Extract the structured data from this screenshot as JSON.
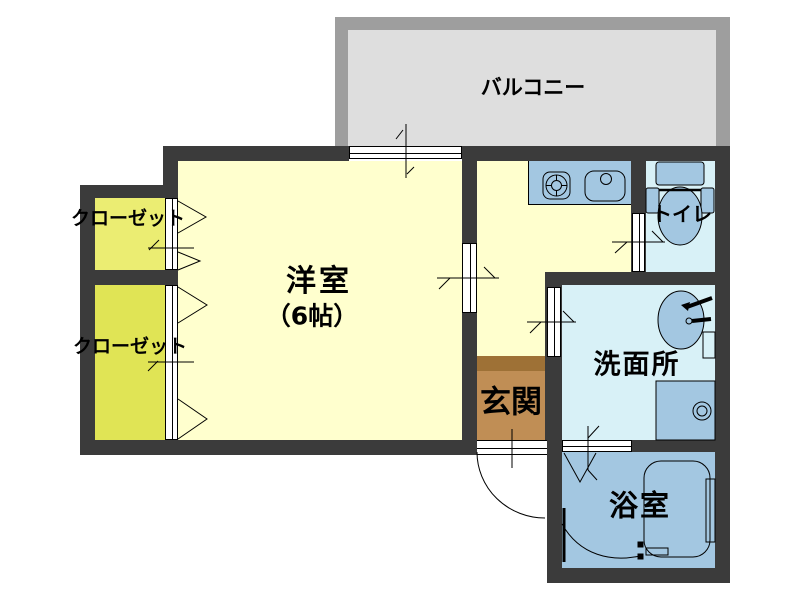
{
  "rooms": {
    "balcony": {
      "label": "バルコニー"
    },
    "western_room": {
      "label": "洋室",
      "size": "（6帖）"
    },
    "closet_upper": {
      "label": "クローゼット"
    },
    "closet_lower": {
      "label": "クローゼット"
    },
    "entrance": {
      "label": "玄関"
    },
    "toilet": {
      "label": "トイレ"
    },
    "washroom": {
      "label": "洗面所"
    },
    "bathroom": {
      "label": "浴室"
    }
  },
  "fixtures": [
    "gas-stove",
    "kitchen-sink",
    "toilet",
    "washbasin",
    "washing-machine",
    "bathtub"
  ],
  "colors": {
    "wall": "#3b3b3b",
    "balcony_border": "#9e9e9e",
    "balcony_floor": "#dedede",
    "room_floor": "#ffffce",
    "closet_upper_floor": "#ebed72",
    "closet_lower_floor": "#e0e455",
    "wet_room_floor": "#d8f1f7",
    "bathroom_floor": "#a3c7e1",
    "fixture_fill": "#a3c7e1",
    "entrance_step": "#9e7136",
    "entrance_floor": "#c08e55"
  }
}
